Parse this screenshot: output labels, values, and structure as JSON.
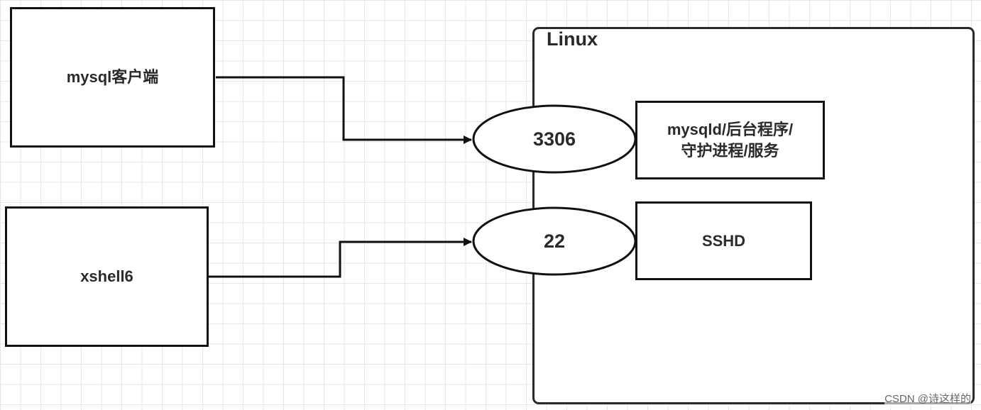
{
  "diagram": {
    "client_box": {
      "label": "mysql客户端"
    },
    "xshell_box": {
      "label": "xshell6"
    },
    "linux_box": {
      "title": "Linux"
    },
    "port_mysql": {
      "label": "3306"
    },
    "port_ssh": {
      "label": "22"
    },
    "mysqld_box": {
      "line1": "mysqld/后台程序/",
      "line2": "守护进程/服务"
    },
    "sshd_box": {
      "label": "SSHD"
    }
  },
  "watermark": "CSDN @诗这样的",
  "colors": {
    "stroke": "#111111",
    "grid": "#e6e6e6",
    "background": "#ffffff"
  }
}
